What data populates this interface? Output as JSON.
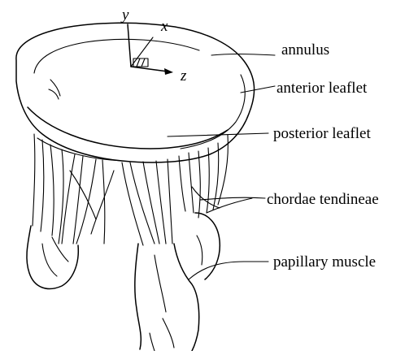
{
  "axes": {
    "x": "x",
    "y": "y",
    "z": "z"
  },
  "labels": {
    "annulus": "annulus",
    "anterior_leaflet": "anterior leaflet",
    "posterior_leaflet": "posterior leaflet",
    "chordae_tendineae": "chordae tendineae",
    "papillary_muscle": "papillary muscle"
  }
}
